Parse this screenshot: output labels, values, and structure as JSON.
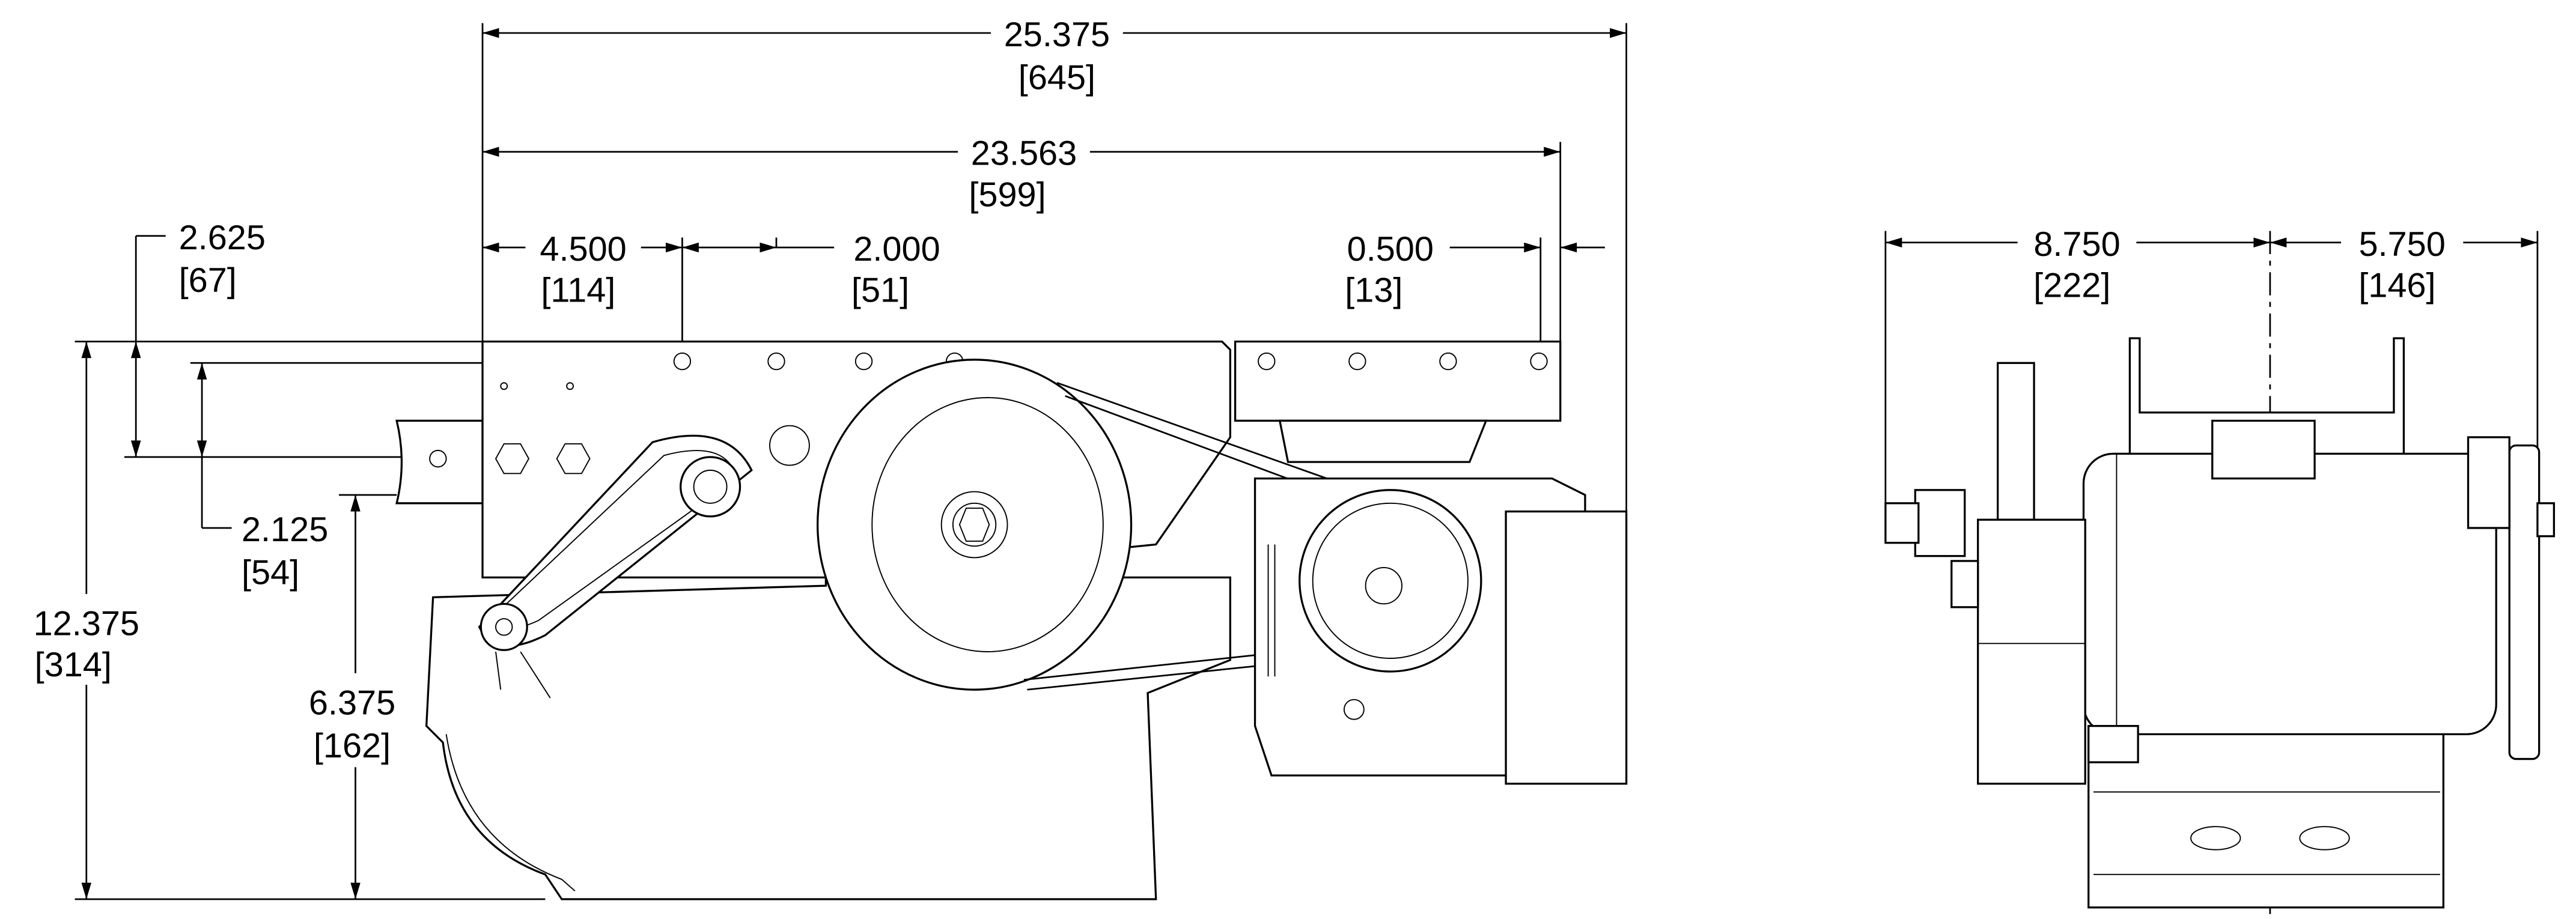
{
  "side_view": {
    "overall_length": {
      "in": "25.375",
      "mm": "[645]"
    },
    "bracket_length": {
      "in": "23.563",
      "mm": "[599]"
    },
    "first_hole_offset": {
      "in": "4.500",
      "mm": "[114]"
    },
    "hole_spacing": {
      "in": "2.000",
      "mm": "[51]"
    },
    "end_hole_offset": {
      "in": "0.500",
      "mm": "[13]"
    },
    "rail_top_offset": {
      "in": "2.625",
      "mm": "[67]"
    },
    "hole_to_rail_offset": {
      "in": "2.125",
      "mm": "[54]"
    },
    "overall_height": {
      "in": "12.375",
      "mm": "[314]"
    },
    "lower_height": {
      "in": "6.375",
      "mm": "[162]"
    }
  },
  "end_view": {
    "left_width": {
      "in": "8.750",
      "mm": "[222]"
    },
    "right_width": {
      "in": "5.750",
      "mm": "[146]"
    }
  }
}
